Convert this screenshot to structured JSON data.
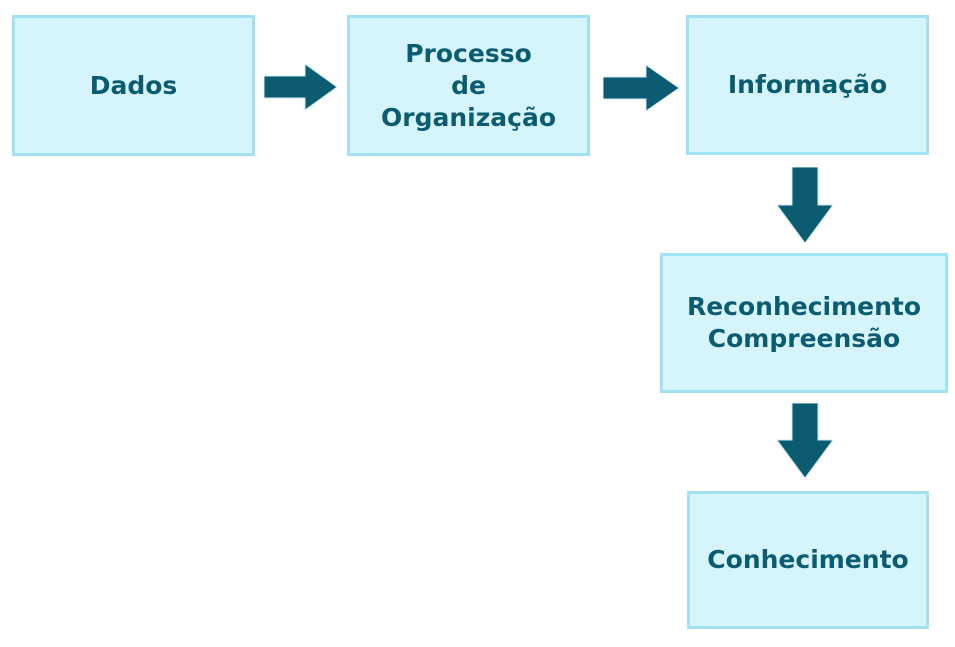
{
  "colors": {
    "background": "#FFFFFF",
    "node_fill": "#D6F4FC",
    "node_border": "#A2E1F2",
    "arrow": "#0B5C70",
    "text": "#0B5C70"
  },
  "nodes": [
    {
      "id": "dados",
      "label": "Dados"
    },
    {
      "id": "processo-de-organizacao",
      "label": "Processo\nde\nOrganização"
    },
    {
      "id": "informacao",
      "label": "Informação"
    },
    {
      "id": "reconhecimento-compreensao",
      "label": "Reconhecimento\nCompreensão"
    },
    {
      "id": "conhecimento",
      "label": "Conhecimento"
    }
  ],
  "edges": [
    {
      "from": "dados",
      "to": "processo-de-organizacao",
      "direction": "right"
    },
    {
      "from": "processo-de-organizacao",
      "to": "informacao",
      "direction": "right"
    },
    {
      "from": "informacao",
      "to": "reconhecimento-compreensao",
      "direction": "down"
    },
    {
      "from": "reconhecimento-compreensao",
      "to": "conhecimento",
      "direction": "down"
    }
  ]
}
